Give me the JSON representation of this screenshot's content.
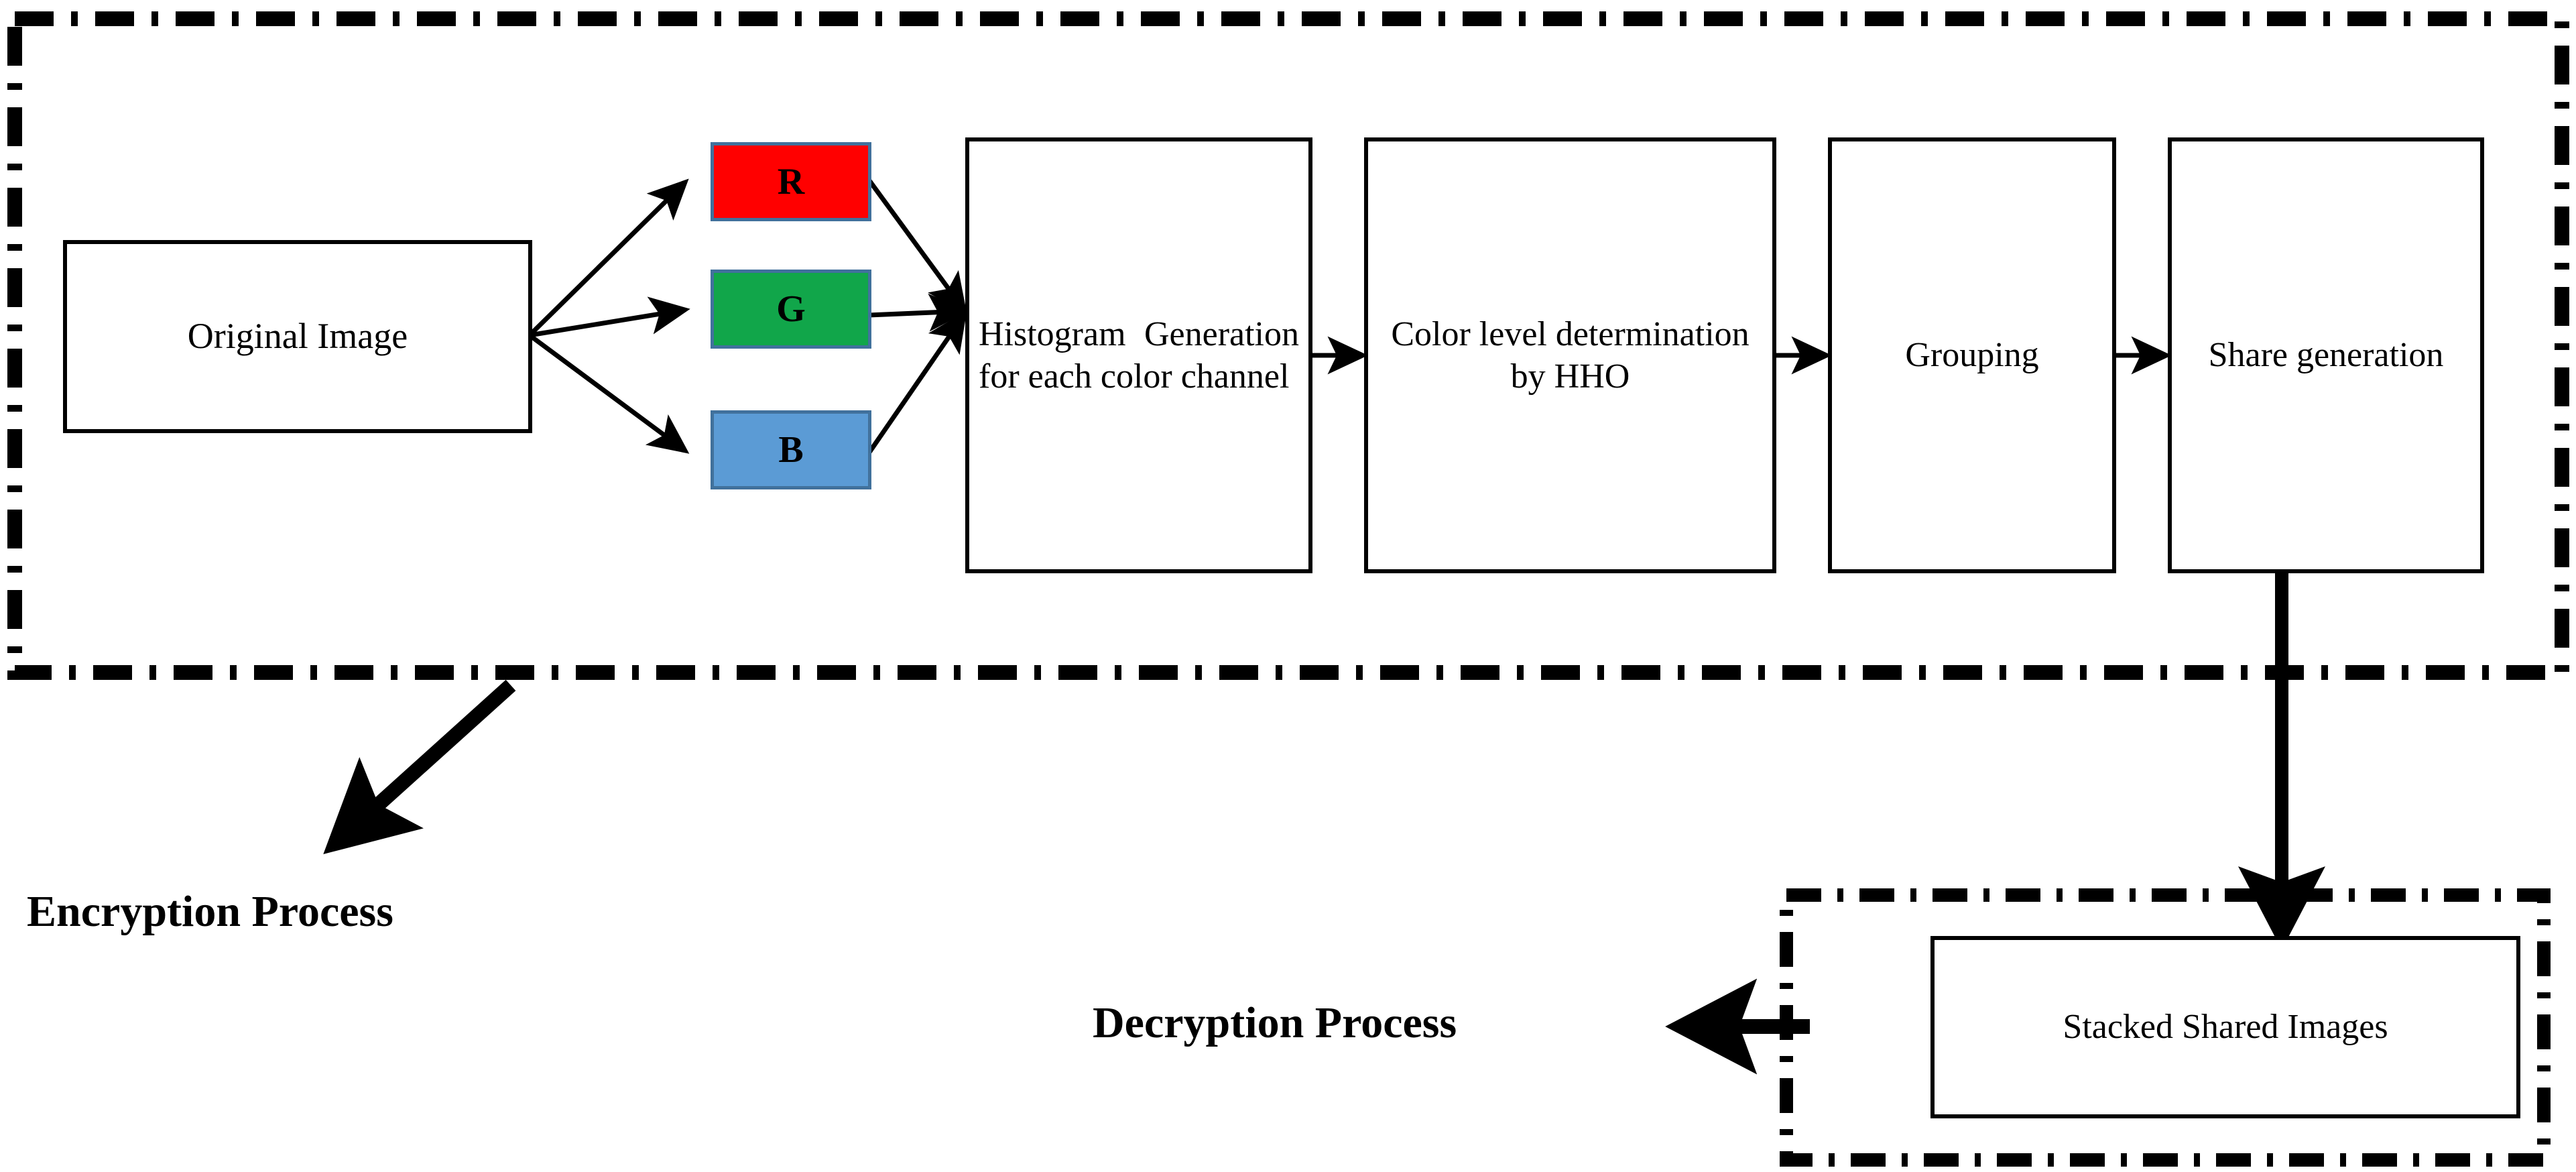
{
  "diagram": {
    "title": "Color visual cryptography encryption / decryption pipeline",
    "colors": {
      "red_channel": "#FF0000",
      "green_channel": "#11A64A",
      "blue_channel": "#5B9BD5",
      "chip_border": "#41719C",
      "stroke": "#000000",
      "background": "#FFFFFF"
    },
    "regions": [
      {
        "id": "encryption-region",
        "style": "dash-dot"
      },
      {
        "id": "decryption-region",
        "style": "dash-dot"
      }
    ],
    "boxes": [
      {
        "id": "original-image",
        "label": "Original Image",
        "align": "center"
      },
      {
        "id": "histogram-generation",
        "label": "Histogram Generation for each color channel",
        "align": "justify"
      },
      {
        "id": "color-level-determination",
        "label": "Color level determination by HHO",
        "align": "center"
      },
      {
        "id": "grouping",
        "label": "Grouping",
        "align": "center"
      },
      {
        "id": "share-generation",
        "label": "Share generation",
        "align": "center"
      },
      {
        "id": "stacked-shared-images",
        "label": "Stacked Shared Images",
        "align": "center"
      }
    ],
    "channels": [
      {
        "id": "red-channel-chip",
        "label": "R",
        "fill": "#FF0000"
      },
      {
        "id": "green-channel-chip",
        "label": "G",
        "fill": "#11A64A"
      },
      {
        "id": "blue-channel-chip",
        "label": "B",
        "fill": "#5B9BD5"
      }
    ],
    "process_labels": [
      {
        "id": "encryption-process-label",
        "label": "Encryption Process"
      },
      {
        "id": "decryption-process-label",
        "label": "Decryption Process"
      }
    ],
    "connectors": [
      {
        "from": "original-image",
        "to": "red-channel-chip",
        "kind": "thin-arrow"
      },
      {
        "from": "original-image",
        "to": "green-channel-chip",
        "kind": "thin-arrow"
      },
      {
        "from": "original-image",
        "to": "blue-channel-chip",
        "kind": "thin-arrow"
      },
      {
        "from": "red-channel-chip",
        "to": "histogram-generation",
        "kind": "thin-arrow"
      },
      {
        "from": "green-channel-chip",
        "to": "histogram-generation",
        "kind": "thin-arrow"
      },
      {
        "from": "blue-channel-chip",
        "to": "histogram-generation",
        "kind": "thin-arrow"
      },
      {
        "from": "histogram-generation",
        "to": "color-level-determination",
        "kind": "thin-arrow"
      },
      {
        "from": "color-level-determination",
        "to": "grouping",
        "kind": "thin-arrow"
      },
      {
        "from": "grouping",
        "to": "share-generation",
        "kind": "thin-arrow"
      },
      {
        "from": "share-generation",
        "to": "stacked-shared-images",
        "kind": "thick-arrow"
      },
      {
        "from": "encryption-region",
        "to": "encryption-process-label",
        "kind": "thick-diagonal-arrow"
      },
      {
        "from": "stacked-shared-images",
        "to": "decryption-process-label",
        "kind": "thick-arrow"
      }
    ]
  }
}
